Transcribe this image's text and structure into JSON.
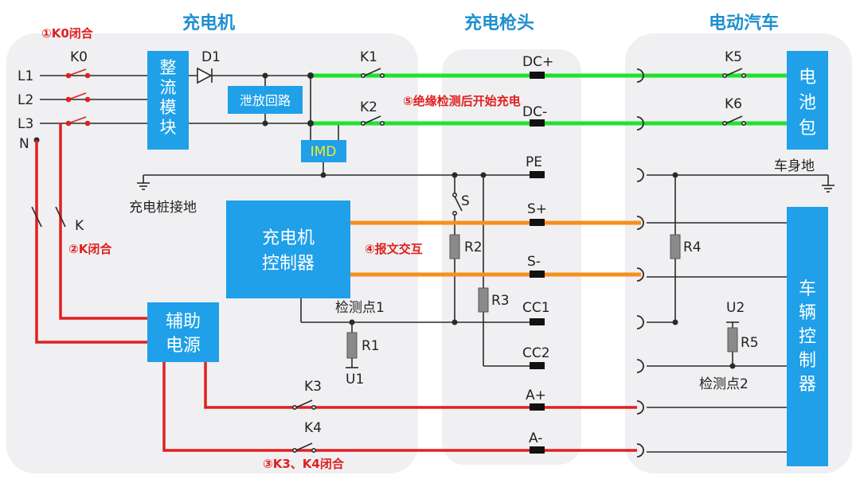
{
  "headers": {
    "charger": "充电机",
    "gun": "充电枪头",
    "vehicle": "电动汽车"
  },
  "steps": {
    "s1": "①K0闭合",
    "s2": "②K闭合",
    "s3": "③K3、K4闭合",
    "s4": "④报文交互",
    "s5": "⑤绝缘检测后开始充电"
  },
  "boxes": {
    "rectifier": [
      "整",
      "流",
      "模",
      "块"
    ],
    "discharge": "泄放回路",
    "imd": "IMD",
    "controller": [
      "充电机",
      "控制器"
    ],
    "aux": [
      "辅助",
      "电源"
    ],
    "battery": [
      "电",
      "池",
      "包"
    ],
    "vcu": [
      "车",
      "辆",
      "控",
      "制",
      "器"
    ]
  },
  "lines": {
    "l1": "L1",
    "l2": "L2",
    "l3": "L3",
    "n": "N"
  },
  "switches": {
    "k0": "K0",
    "k": "K",
    "k1": "K1",
    "k2": "K2",
    "k3": "K3",
    "k4": "K4",
    "k5": "K5",
    "k6": "K6",
    "s": "S"
  },
  "diode": "D1",
  "resistors": {
    "r1": "R1",
    "r2": "R2",
    "r3": "R3",
    "r4": "R4",
    "r5": "R5"
  },
  "pins": {
    "dcp": "DC+",
    "dcn": "DC-",
    "pe": "PE",
    "sp": "S+",
    "sn": "S-",
    "cc1": "CC1",
    "cc2": "CC2",
    "ap": "A+",
    "an": "A-"
  },
  "grounds": {
    "pile": "充电桩接地",
    "body": "车身地"
  },
  "points": {
    "p1": "检测点1",
    "p2": "检测点2"
  },
  "voltages": {
    "u1": "U1",
    "u2": "U2"
  },
  "colors": {
    "accent": "#1fa0e8",
    "dc": "#22e030",
    "comm": "#f5901c",
    "aux": "#e02020",
    "wire": "#2a2a2a",
    "headerText": "#1f8fd0",
    "stepText": "#e02020",
    "panel": "#f0f0f2"
  }
}
